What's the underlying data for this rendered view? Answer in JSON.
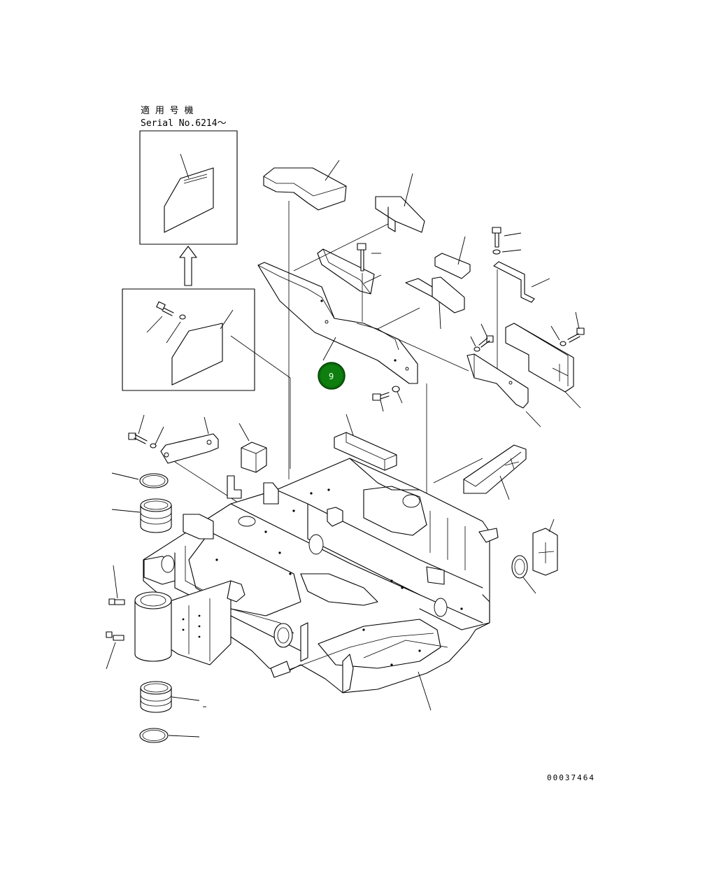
{
  "header": {
    "applicable_label": "適 用 号 機",
    "serial_label": "Serial No.6214～"
  },
  "callout": {
    "number": "9",
    "color": "#0b6b0b"
  },
  "footer": {
    "drawing_number": "00037464"
  },
  "icons": [
    "arrow-up-icon"
  ]
}
